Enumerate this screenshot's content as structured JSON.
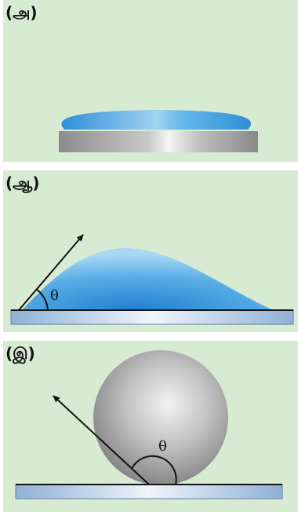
{
  "panels": [
    {
      "label": "(அ)"
    },
    {
      "label": "(ஆ)",
      "angle_symbol": "θ"
    },
    {
      "label": "(இ)",
      "angle_symbol": "θ"
    }
  ],
  "colors": {
    "background": "#d7ebd3",
    "liquid": "#3f9fdc",
    "substrate_gray": "#9a9a9a",
    "substrate_blue": "#a9c6e2",
    "sphere": "#9c9c9c",
    "ink": "#111111"
  }
}
